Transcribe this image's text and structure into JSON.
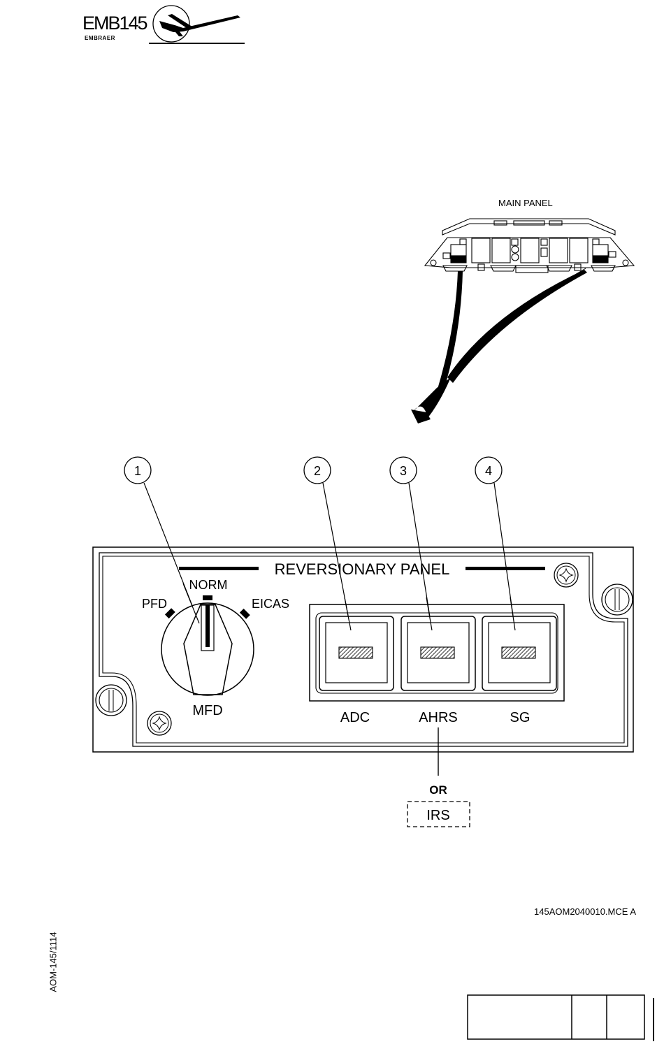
{
  "header": {
    "logo_model": "EMB145",
    "logo_brand": "EMBRAER"
  },
  "locator": {
    "title": "MAIN PANEL"
  },
  "panel": {
    "title": "REVERSIONARY PANEL",
    "selector": {
      "positions": [
        "NORM",
        "PFD",
        "EICAS",
        "MFD"
      ],
      "current": "NORM"
    },
    "buttons": [
      {
        "label": "ADC"
      },
      {
        "label": "AHRS"
      },
      {
        "label": "SG"
      }
    ],
    "alternate": {
      "conjunction": "OR",
      "label": "IRS"
    }
  },
  "callouts": [
    "1",
    "2",
    "3",
    "4"
  ],
  "footer": {
    "figure_code": "145AOM2040010.MCE A",
    "document_code": "AOM-145/1114"
  }
}
